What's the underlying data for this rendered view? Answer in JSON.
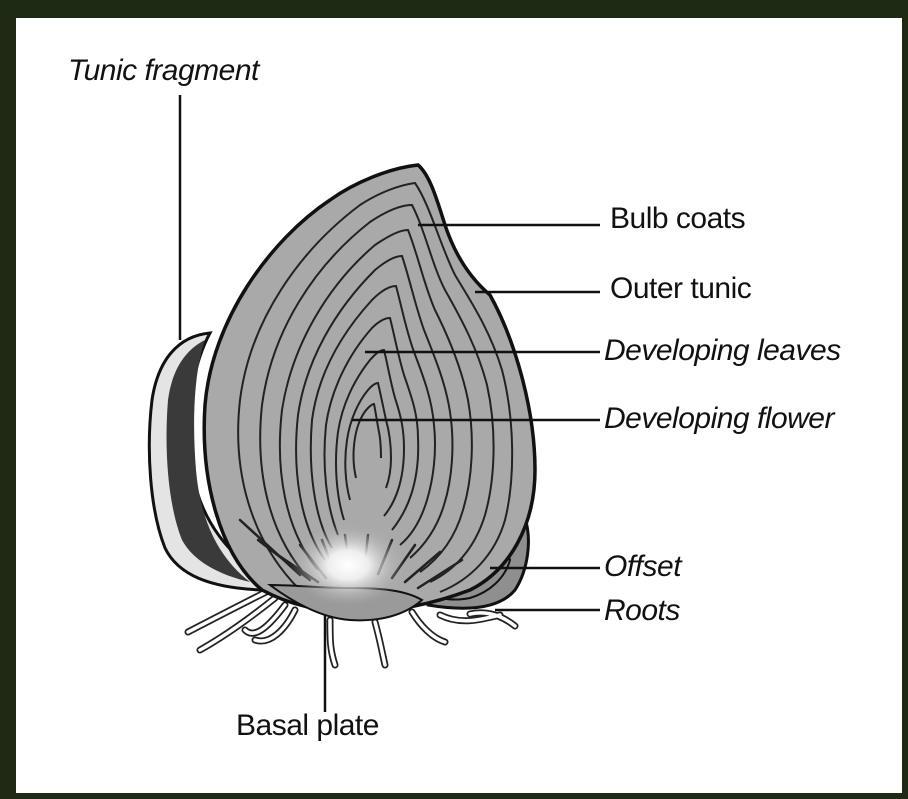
{
  "labels": {
    "tunic_fragment": "Tunic fragment",
    "bulb_coats": "Bulb coats",
    "outer_tunic": "Outer tunic",
    "developing_leaves": "Developing leaves",
    "developing_flower": "Developing flower",
    "offset": "Offset",
    "roots": "Roots",
    "basal_plate": "Basal plate"
  },
  "colors": {
    "page_border": "#1f2a14",
    "background": "#ffffff",
    "bulb_fill": "#a9a9a9",
    "tunic_dark": "#3a3a3a",
    "outline": "#111111"
  }
}
